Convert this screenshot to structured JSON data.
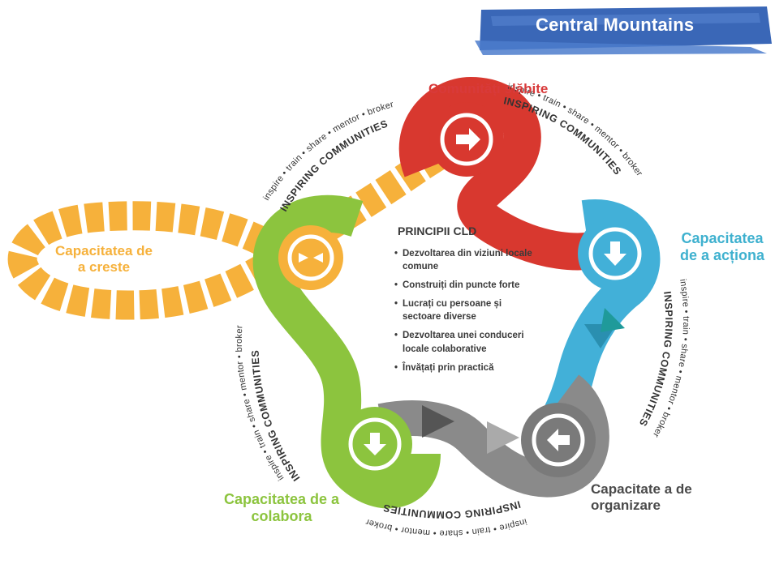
{
  "header": {
    "title": "Central Mountains"
  },
  "capacities": {
    "grow": "Capacitatea de a creste",
    "act": "Capacitatea de a acționa",
    "organize": "Capacitate a de organizare",
    "collaborate": "Capacitatea de a colabora",
    "weak": "Comunități slăbite"
  },
  "principles": {
    "title": "PRINCIPII CLD",
    "items": [
      "Dezvoltarea din viziuni locale comune",
      "Construiți din puncte forte",
      "Lucrați cu persoane și sectoare diverse",
      "Dezvoltarea unei conduceri locale colaborative",
      "Învățați prin practică"
    ]
  },
  "ring": {
    "tagline": "inspire • train • share • mentor • broker",
    "title": "INSPIRING COMMUNITIES"
  },
  "colors": {
    "yellow": "#f6b13b",
    "red": "#d8382f",
    "blue": "#42b0d8",
    "gray": "#8a8a8a",
    "green": "#8cc43e",
    "banner": "#3a67b7"
  }
}
